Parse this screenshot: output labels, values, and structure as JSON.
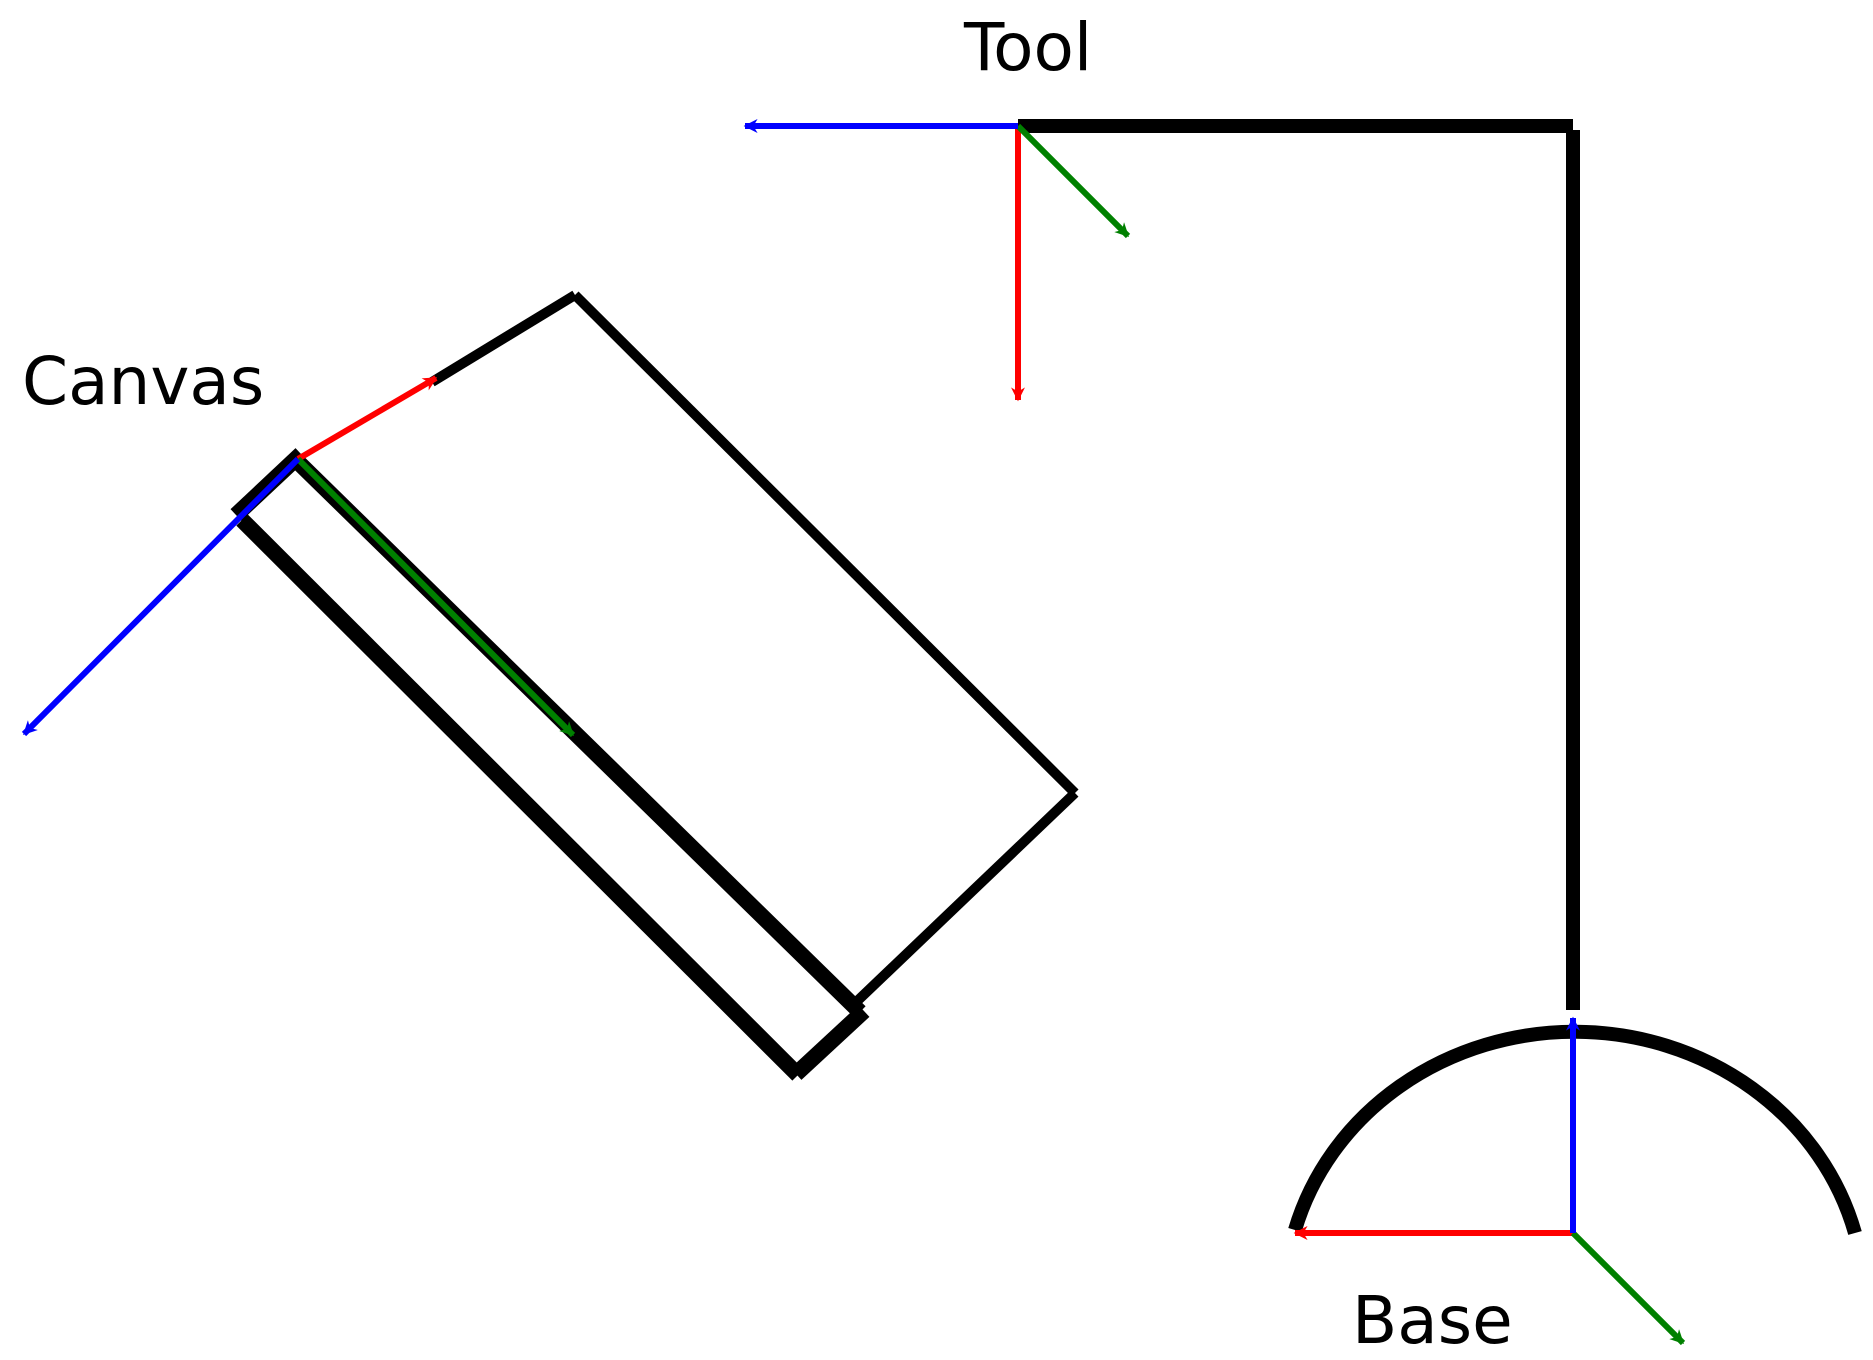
{
  "labels": {
    "tool": "Tool",
    "canvas": "Canvas",
    "base": "Base"
  },
  "colors": {
    "x_axis": "#ff0000",
    "y_axis": "#008000",
    "z_axis": "#0000ff",
    "structure": "#000000",
    "background": "#ffffff"
  }
}
